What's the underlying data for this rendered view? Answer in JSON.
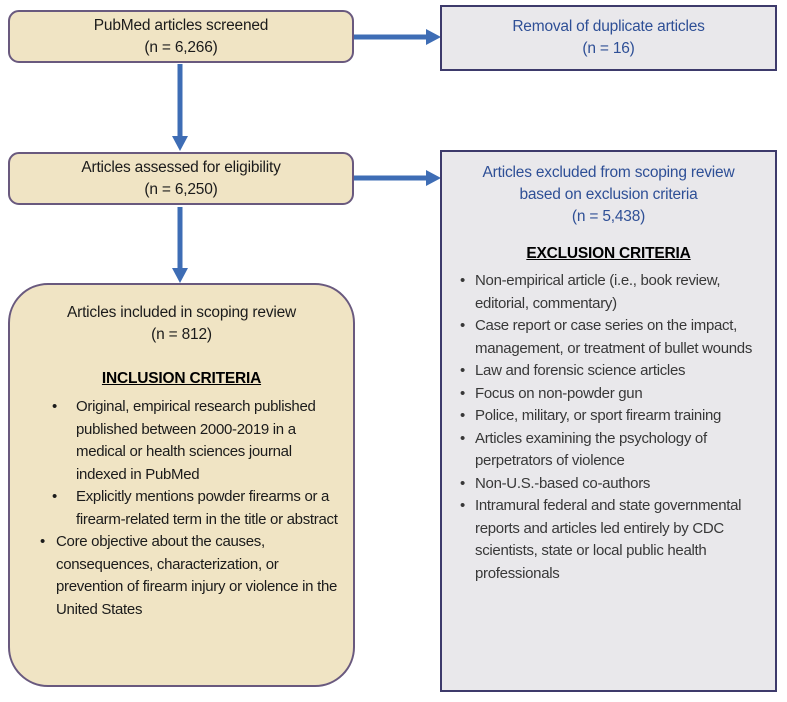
{
  "diagram": {
    "title": "PubMed scoping review flow diagram",
    "colors": {
      "tan_fill": "#F0E4C4",
      "tan_border": "#69597E",
      "gray_fill": "#E9E8EB",
      "gray_border": "#3D3A6B",
      "arrow_blue": "#3E6DB5",
      "blue_text": "#2E4F96",
      "body_text": "#1b1b1b"
    },
    "boxes": {
      "screened": {
        "line1": "PubMed articles screened",
        "line2": "(n = 6,266)"
      },
      "duplicates": {
        "line1": "Removal of duplicate articles",
        "line2": "(n = 16)"
      },
      "eligibility": {
        "line1": "Articles assessed for eligibility",
        "line2": "(n = 6,250)"
      },
      "included": {
        "line1": "Articles included in scoping review",
        "line2": "(n = 812)",
        "heading": "INCLUSION CRITERIA",
        "bullets": [
          "Original, empirical research published published between 2000-2019 in a medical or health sciences journal indexed in PubMed",
          "Explicitly mentions powder firearms or a firearm-related term in the title or abstract",
          "Core objective about the causes, consequences, characterization, or prevention of firearm injury or violence in the United States"
        ]
      },
      "excluded": {
        "line1": "Articles excluded from scoping review",
        "line2": "based on exclusion criteria",
        "line3": "(n = 5,438)",
        "heading": "EXCLUSION CRITERIA",
        "bullets": [
          "Non-empirical article (i.e., book review, editorial, commentary)",
          "Case report or case series on the impact, management, or treatment of bullet wounds",
          "Law and forensic science articles",
          "Focus on non-powder gun",
          "Police, military, or sport firearm training",
          "Articles examining the psychology of perpetrators of violence",
          "Non-U.S.-based co-authors",
          "Intramural federal and state governmental reports and articles led entirely by CDC scientists, state or local public health professionals"
        ]
      }
    }
  }
}
